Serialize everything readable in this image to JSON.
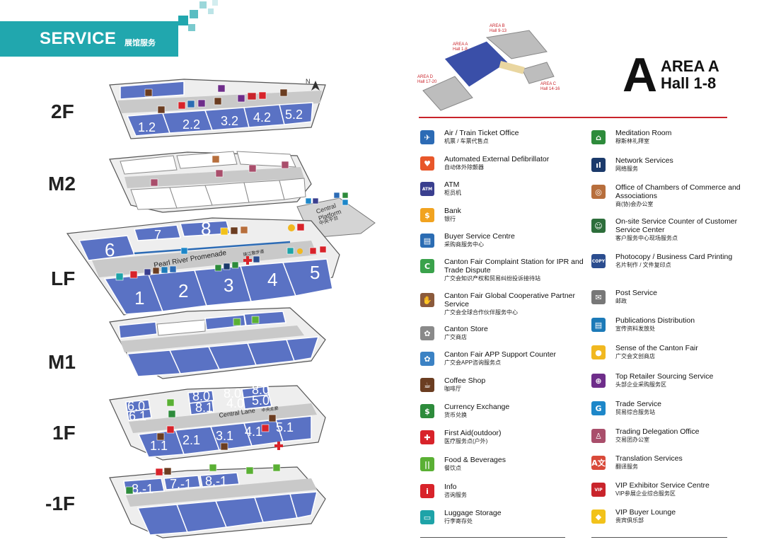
{
  "header": {
    "title": "SERVICE",
    "subtitle": "展馆服务"
  },
  "floors": [
    "2F",
    "M2",
    "LF",
    "M1",
    "1F",
    "-1F"
  ],
  "halls": {
    "f2": [
      "1.2",
      "2.2",
      "3.2",
      "4.2",
      "5.2"
    ],
    "lf": [
      "1",
      "2",
      "3",
      "4",
      "5",
      "6",
      "7",
      "8"
    ],
    "f1": [
      "1.1",
      "2.1",
      "3.1",
      "4.1",
      "5.1",
      "6.0",
      "6.1",
      "8.0",
      "8.0",
      "8.0",
      "8.1",
      "4.0",
      "5.0"
    ],
    "b1": [
      "8.-1",
      "7.-1",
      "8.-1"
    ]
  },
  "map_labels": {
    "promenade": "Pearl River Promenade",
    "promenade_cn": "珠江散步道",
    "central_lane": "Central Lane",
    "central_lane_cn": "中央走廊",
    "central_platform": "Central\nPlatform",
    "central_platform_cn": "中央平台",
    "north": "N"
  },
  "overview": {
    "area_a": "AREA A\nHall 1-8",
    "area_b": "AREA B\nHall 9-13",
    "area_c": "AREA C\nHall 14-16",
    "area_d": "AREA D\nHall 17-20"
  },
  "area_title": {
    "letter": "A",
    "line1": "AREA A",
    "line2": "Hall 1-8"
  },
  "legend_left": [
    {
      "en": "Air / Train Ticket Office",
      "cn": "机票 / 车票代售点",
      "icon": "plane-icon",
      "color": "#2c6bb5",
      "glyph": "✈"
    },
    {
      "en": "Automated External Defibrillator",
      "cn": "自动体外除颤器",
      "icon": "aed-icon",
      "color": "#e8572a",
      "glyph": "♥"
    },
    {
      "en": "ATM",
      "cn": "柜员机",
      "icon": "atm-icon",
      "color": "#3a3f8f",
      "glyph": "ATM"
    },
    {
      "en": "Bank",
      "cn": "银行",
      "icon": "bank-icon",
      "color": "#f1a320",
      "glyph": "$"
    },
    {
      "en": "Buyer Service Centre",
      "cn": "采购商服务中心",
      "icon": "buyer-icon",
      "color": "#2b6cb3",
      "glyph": "▤"
    },
    {
      "en": "Canton Fair Complaint Station for IPR and Trade Dispute",
      "cn": "广交会知识产权和贸易纠纷投诉接待站",
      "icon": "cfcs-icon",
      "color": "#3aa24b",
      "glyph": "C"
    },
    {
      "en": "Canton Fair Global Cooperative Partner Service",
      "cn": "广交会全球合作伙伴服务中心",
      "icon": "partner-icon",
      "color": "#8b5a3c",
      "glyph": "✋"
    },
    {
      "en": "Canton Store",
      "cn": "广交商店",
      "icon": "store-icon",
      "color": "#8a8a8a",
      "glyph": "✿"
    },
    {
      "en": "Canton Fair APP Support Counter",
      "cn": "广交会APP咨询服务点",
      "icon": "app-icon",
      "color": "#3b82c4",
      "glyph": "✿"
    },
    {
      "en": "Coffee Shop",
      "cn": "咖啡厅",
      "icon": "coffee-icon",
      "color": "#6b3d21",
      "glyph": "☕"
    },
    {
      "en": "Currency Exchange",
      "cn": "货币兑换",
      "icon": "currency-icon",
      "color": "#2d8b3b",
      "glyph": "$"
    },
    {
      "en": "First Aid(outdoor)",
      "cn": "医疗服务点(户外)",
      "icon": "first-aid-icon",
      "color": "#d8232a",
      "glyph": "✚"
    },
    {
      "en": "Food & Beverages",
      "cn": "餐饮点",
      "icon": "food-icon",
      "color": "#5ab034",
      "glyph": "||"
    },
    {
      "en": "Info",
      "cn": "咨询服务",
      "icon": "info-icon",
      "color": "#d8232a",
      "glyph": "i"
    },
    {
      "en": "Luggage Storage",
      "cn": "行李寄存处",
      "icon": "luggage-icon",
      "color": "#1ea3a8",
      "glyph": "▭"
    }
  ],
  "legend_right": [
    {
      "en": "Meditation Room",
      "cn": "穆斯林礼拜室",
      "icon": "meditation-icon",
      "color": "#2d8b3b",
      "glyph": "⌂"
    },
    {
      "en": "Network Services",
      "cn": "网络服务",
      "icon": "network-icon",
      "color": "#1b3a6b",
      "glyph": "ıl"
    },
    {
      "en": "Office of Chambers of Commerce and Associations",
      "cn": "商(协)会办公室",
      "icon": "chamber-icon",
      "color": "#b76e3c",
      "glyph": "◎"
    },
    {
      "en": "On-site Service Counter of Customer Service Center",
      "cn": "客户服务中心现场服务点",
      "icon": "counter-icon",
      "color": "#2d6e3b",
      "glyph": "☺"
    },
    {
      "en": "Photocopy / Business Card Printing",
      "cn": "名片制作 / 文件复印点",
      "icon": "copy-icon",
      "color": "#2b4d8f",
      "glyph": "COPY"
    },
    {
      "en": "Post Service",
      "cn": "邮政",
      "icon": "post-icon",
      "color": "#777777",
      "glyph": "✉"
    },
    {
      "en": "Publications Distribution",
      "cn": "宣传资料发放处",
      "icon": "publications-icon",
      "color": "#1c7ab8",
      "glyph": "▤"
    },
    {
      "en": "Sense of the Canton Fair",
      "cn": "广交会文创商店",
      "icon": "sense-icon",
      "color": "#f1b820",
      "glyph": "●"
    },
    {
      "en": "Top Retailer Sourcing Service",
      "cn": "头部企业采购服务区",
      "icon": "retailer-icon",
      "color": "#6e2d8a",
      "glyph": "⊕"
    },
    {
      "en": "Trade Service",
      "cn": "贸易综合服务站",
      "icon": "trade-icon",
      "color": "#1d87c9",
      "glyph": "G"
    },
    {
      "en": "Trading Delegation Office",
      "cn": "交易团办公室",
      "icon": "delegation-icon",
      "color": "#a94e6b",
      "glyph": "♙"
    },
    {
      "en": "Translation Services",
      "cn": "翻译服务",
      "icon": "translation-icon",
      "color": "#d94a3a",
      "glyph": "A文"
    },
    {
      "en": "VIP Exhibitor Service Centre",
      "cn": "VIP参展企业综合服务区",
      "icon": "vip-icon",
      "color": "#c9242b",
      "glyph": "VIP"
    },
    {
      "en": "VIP Buyer Lounge",
      "cn": "贵宾俱乐部",
      "icon": "vip-buyer-icon",
      "color": "#f2c21a",
      "glyph": "◆"
    }
  ]
}
